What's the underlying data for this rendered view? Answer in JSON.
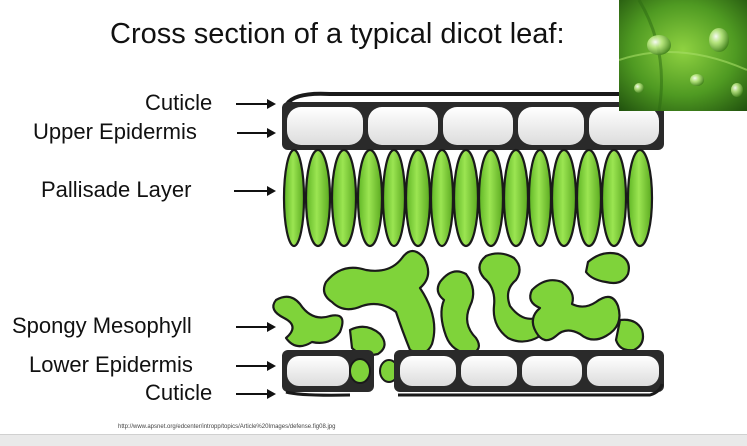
{
  "title": "Cross section of a typical dicot leaf:",
  "labels": {
    "cuticle_top": "Cuticle",
    "upper_epidermis": "Upper Epidermis",
    "pallisade": "Pallisade Layer",
    "spongy": "Spongy Mesophyll",
    "lower_epidermis": "Lower Epidermis",
    "cuticle_bottom": "Cuticle"
  },
  "source_url": "http://www.apsnet.org/edcenter/intropp/topics/Article%20Images/defense.fig08.jpg",
  "colors": {
    "cell_green": "#7fd33a",
    "cell_green_dark": "#4e9f1c",
    "outline": "#1a1a1a",
    "epidermis_fill": "#f4f4f4"
  }
}
